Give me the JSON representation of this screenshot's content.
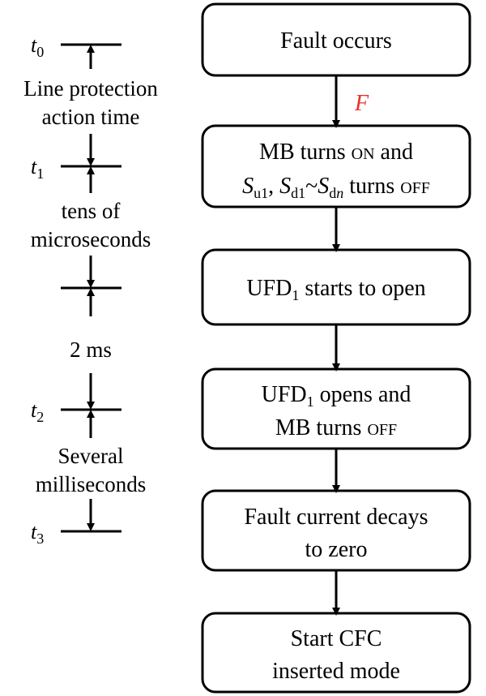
{
  "boxes": [
    {
      "id": "fault_occurs",
      "line1": "Fault occurs"
    },
    {
      "id": "mb_on",
      "line1_a": "MB turns ",
      "line1_small": "ON",
      "line1_b": " and",
      "s": "S",
      "u1": "u1",
      "d1": "d1",
      "tilde": "~",
      "dn_d": "d",
      "dn_n": "n",
      "turns": " turns ",
      "off": "OFF",
      "comma": ", "
    },
    {
      "id": "ufd_starts",
      "ufd": "UFD",
      "ufd_sub": "1",
      "rest": " starts to open"
    },
    {
      "id": "ufd_opens",
      "ufd": "UFD",
      "ufd_sub": "1",
      "rest": " opens and",
      "line2_a": "MB turns ",
      "line2_small": "OFF"
    },
    {
      "id": "fault_decays",
      "line1": "Fault current decays",
      "line2": "to zero"
    },
    {
      "id": "start_cfc",
      "line1": "Start CFC",
      "line2": "inserted mode"
    }
  ],
  "arrow_label": "F",
  "timeline": {
    "t0": {
      "t": "t",
      "sub": "0"
    },
    "t1": {
      "t": "t",
      "sub": "1"
    },
    "t2": {
      "t": "t",
      "sub": "2"
    },
    "t3": {
      "t": "t",
      "sub": "3"
    },
    "interval1": {
      "line1": "Line protection",
      "line2": "action time"
    },
    "interval2": {
      "line1": "tens of",
      "line2": "microseconds"
    },
    "interval3": {
      "line1": "2 ms"
    },
    "interval4": {
      "line1": "Several",
      "line2": "milliseconds"
    }
  }
}
